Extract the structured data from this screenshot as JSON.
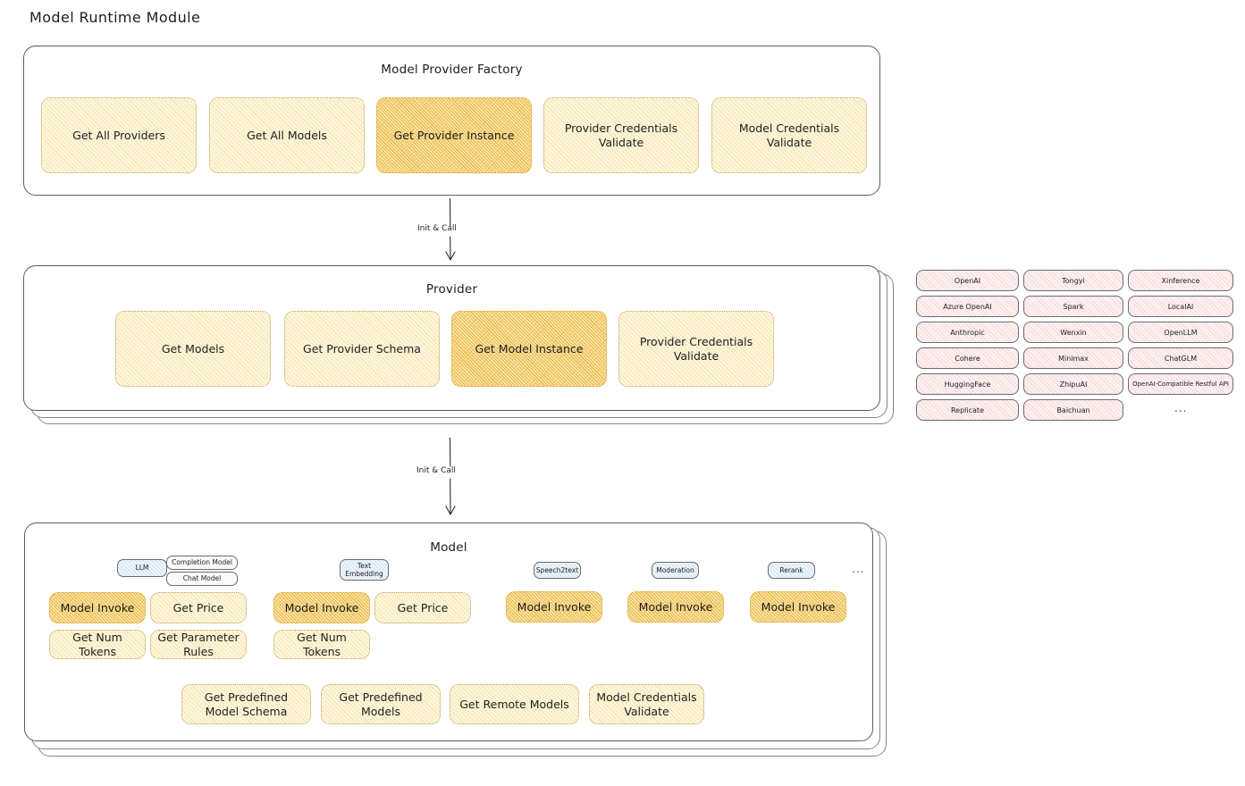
{
  "page": {
    "title": "Model Runtime Module"
  },
  "factory": {
    "title": "Model Provider Factory",
    "nodes": [
      {
        "label": "Get All Providers",
        "highlight": false
      },
      {
        "label": "Get All Models",
        "highlight": false
      },
      {
        "label": "Get Provider Instance",
        "highlight": true
      },
      {
        "label": "Provider Credentials Validate",
        "highlight": false
      },
      {
        "label": "Model Credentials Validate",
        "highlight": false
      }
    ]
  },
  "arrow1": {
    "label": "Init & Call"
  },
  "provider": {
    "title": "Provider",
    "nodes": [
      {
        "label": "Get Models",
        "highlight": false
      },
      {
        "label": "Get Provider Schema",
        "highlight": false
      },
      {
        "label": "Get Model Instance",
        "highlight": true
      },
      {
        "label": "Provider Credentials Validate",
        "highlight": false
      }
    ]
  },
  "arrow2": {
    "label": "Init & Call"
  },
  "provider_list": {
    "columns": [
      [
        "OpenAI",
        "Azure OpenAI",
        "Anthropic",
        "Cohere",
        "HuggingFace",
        "Replicate"
      ],
      [
        "Tongyi",
        "Spark",
        "Wenxin",
        "Minimax",
        "ZhipuAI",
        "Baichuan"
      ],
      [
        "Xinference",
        "LocalAI",
        "OpenLLM",
        "ChatGLM",
        "OpenAI-Compatible Restful API"
      ]
    ],
    "more": "..."
  },
  "model": {
    "title": "Model",
    "more": "...",
    "groups": [
      {
        "badge": "LLM",
        "sub_badges": [
          "Completion Model",
          "Chat Model"
        ],
        "nodes": [
          {
            "label": "Model Invoke",
            "highlight": true
          },
          {
            "label": "Get Price",
            "highlight": false
          },
          {
            "label": "Get Num Tokens",
            "highlight": false
          },
          {
            "label": "Get Parameter Rules",
            "highlight": false
          }
        ]
      },
      {
        "badge": "Text Embedding",
        "sub_badges": [],
        "nodes": [
          {
            "label": "Model Invoke",
            "highlight": true
          },
          {
            "label": "Get Price",
            "highlight": false
          },
          {
            "label": "Get Num Tokens",
            "highlight": false
          }
        ]
      },
      {
        "badge": "Speech2text",
        "sub_badges": [],
        "nodes": [
          {
            "label": "Model Invoke",
            "highlight": true
          }
        ]
      },
      {
        "badge": "Moderation",
        "sub_badges": [],
        "nodes": [
          {
            "label": "Model Invoke",
            "highlight": true
          }
        ]
      },
      {
        "badge": "Rerank",
        "sub_badges": [],
        "nodes": [
          {
            "label": "Model Invoke",
            "highlight": true
          }
        ]
      }
    ],
    "common_nodes": [
      "Get Predefined Model Schema",
      "Get Predefined Models",
      "Get Remote Models",
      "Model Credentials Validate"
    ]
  },
  "colors": {
    "node_fill": "#fdf6df",
    "node_highlight_fill": "#fbe9bd",
    "badge_fill": "#eef5fb",
    "chip_fill": "#fdf0f0",
    "stroke": "#1e1e1e"
  }
}
